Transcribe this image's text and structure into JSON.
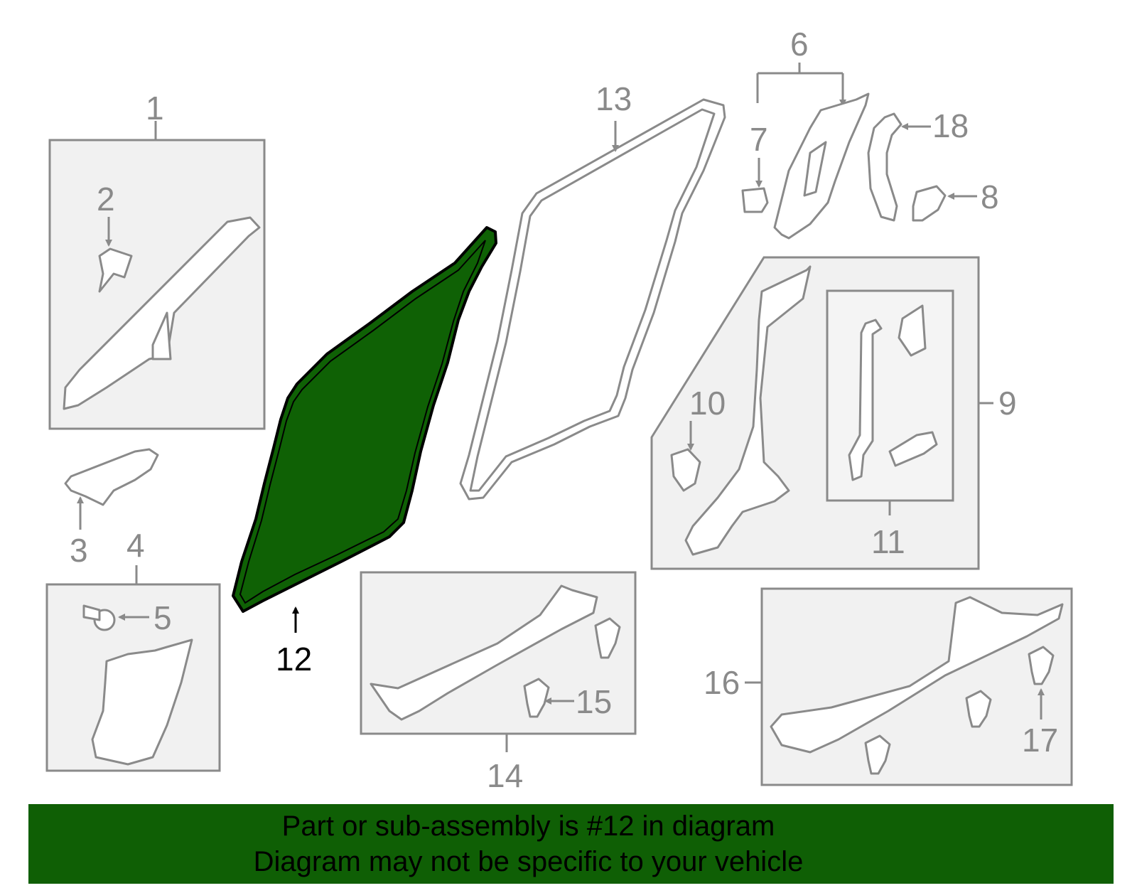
{
  "diagram": {
    "callouts": {
      "c1": "1",
      "c2": "2",
      "c3": "3",
      "c4": "4",
      "c5": "5",
      "c6": "6",
      "c7": "7",
      "c8": "8",
      "c9": "9",
      "c10": "10",
      "c11": "11",
      "c12": "12",
      "c13": "13",
      "c14": "14",
      "c15": "15",
      "c16": "16",
      "c17": "17",
      "c18": "18"
    },
    "highlighted_part": "12",
    "colors": {
      "highlight_fill": "#0f6105",
      "outline": "#8a8a8a",
      "box_fill": "#f1f1f1",
      "banner_bg": "#0f5f05"
    }
  },
  "banner": {
    "line1": "Part or sub-assembly is #12 in diagram",
    "line2": "Diagram may not be specific to your vehicle"
  }
}
